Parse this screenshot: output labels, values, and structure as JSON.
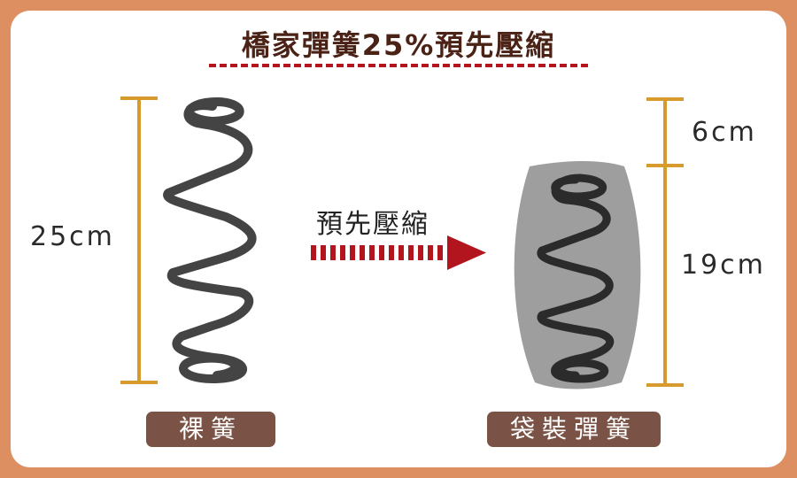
{
  "title": "橋家彈簧25%預先壓縮",
  "left": {
    "dimension": "25cm",
    "tag": "裸簧"
  },
  "arrow": {
    "label": "預先壓縮"
  },
  "right": {
    "top_dimension": "6cm",
    "bottom_dimension": "19cm",
    "tag": "袋裝彈簧"
  },
  "colors": {
    "frame": "#dd8f62",
    "dimension_line": "#d79a2d",
    "arrow": "#b3151f",
    "spring": "#3f3f3f",
    "pocket": "#9e9e9e",
    "tag": "#7a5346"
  }
}
